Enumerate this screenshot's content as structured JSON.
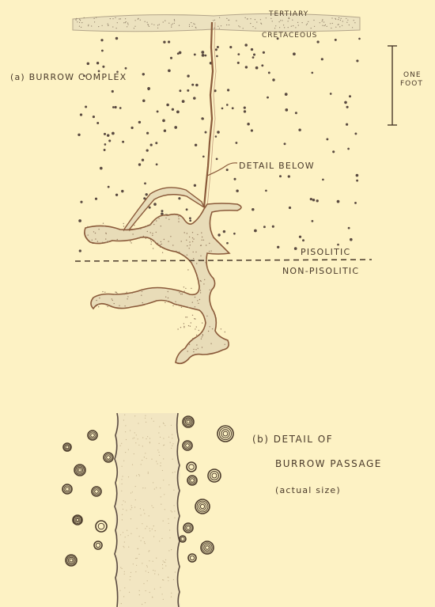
{
  "labels": {
    "tertiary": "TERTIARY",
    "cretaceous": "CRETACEOUS",
    "burrow_complex": "(a) BURROW COMPLEX",
    "scale_one": "ONE",
    "scale_foot": "FOOT",
    "detail_below": "DETAIL BELOW",
    "pisolitic": "PISOLITIC",
    "non_pisolitic": "NON-PISOLITIC",
    "detail_line1": "(b) DETAIL OF",
    "detail_line2": "BURROW PASSAGE",
    "detail_line3": "(actual size)"
  },
  "colors": {
    "background": "#fdf2c4",
    "ink": "#4a3a2a",
    "burrow_outline": "#8a5a3a",
    "dots": "#5a4a40"
  }
}
